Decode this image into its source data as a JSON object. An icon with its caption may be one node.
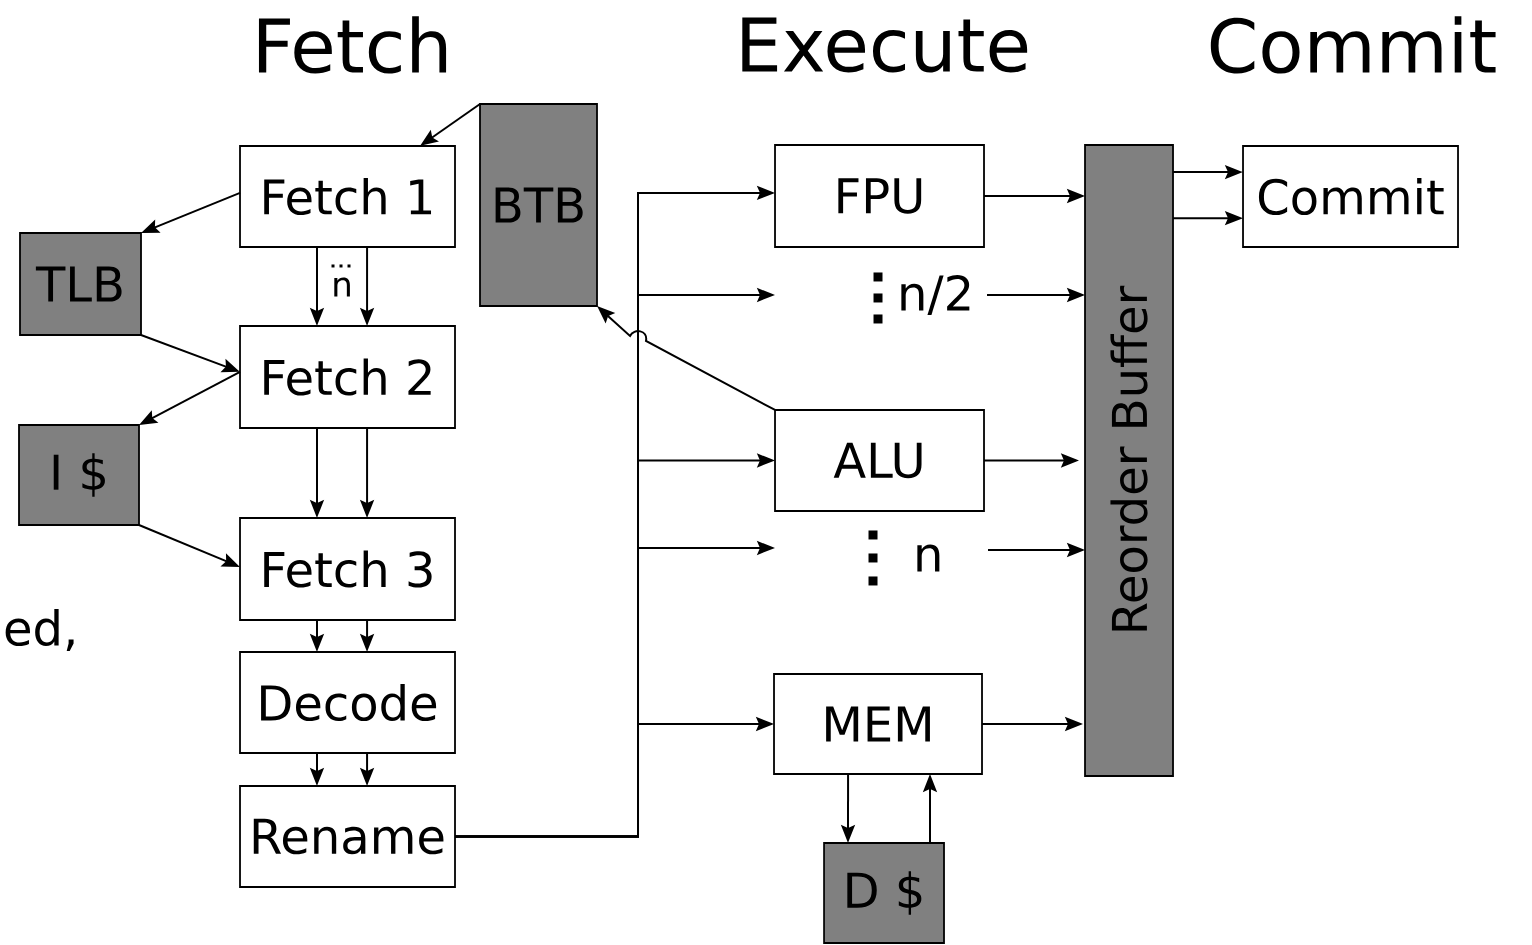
{
  "diagram": {
    "nodes": [
      {
        "text": [
          "Fetch 1"
        ]
      },
      {
        "text": [
          "BTB"
        ]
      },
      {
        "text": [
          "TLB"
        ]
      },
      {
        "text": [
          "Fetch 2"
        ]
      },
      {
        "text": [
          "I $"
        ]
      },
      {
        "text": [
          "Fetch 3"
        ]
      },
      {
        "text": [
          "Decode"
        ]
      },
      {
        "text": [
          "Rename"
        ]
      },
      {
        "text": [
          "FPU"
        ]
      },
      {
        "text": [
          "ALU"
        ]
      },
      {
        "text": [
          "MEM"
        ]
      },
      {
        "text": [
          "D $"
        ]
      },
      {
        "text": [
          "Reorder Buffer"
        ]
      },
      {
        "text": [
          "Commit"
        ]
      }
    ],
    "edges": [
      {
        "from": 1,
        "to": 0,
        "arrow": "to"
      },
      {
        "from": 0,
        "to": 2,
        "arrow": "to"
      },
      {
        "from": 0,
        "to": 3,
        "arrow": "to"
      },
      {
        "from": 0,
        "to": 3,
        "arrow": "to"
      },
      {
        "from": 2,
        "to": 3,
        "arrow": "to"
      },
      {
        "from": 3,
        "to": 4,
        "arrow": "to"
      },
      {
        "from": 3,
        "to": 5,
        "arrow": "to"
      },
      {
        "from": 3,
        "to": 5,
        "arrow": "to"
      },
      {
        "from": 4,
        "to": 5,
        "arrow": "to"
      },
      {
        "from": 5,
        "to": 6,
        "arrow": "to"
      },
      {
        "from": 5,
        "to": 6,
        "arrow": "to"
      },
      {
        "from": 6,
        "to": 7,
        "arrow": "to"
      },
      {
        "from": 6,
        "to": 7,
        "arrow": "to"
      },
      {
        "from": 7,
        "to": 8,
        "arrow": "to"
      },
      {
        "from": 7,
        "to": null,
        "arrow": "to"
      },
      {
        "from": 7,
        "to": 9,
        "arrow": "to"
      },
      {
        "from": 7,
        "to": null,
        "arrow": "to"
      },
      {
        "from": 7,
        "to": 10,
        "arrow": "to"
      },
      {
        "from": 9,
        "to": 1,
        "arrow": "to"
      },
      {
        "from": 8,
        "to": 12,
        "arrow": "to"
      },
      {
        "from": null,
        "to": 12,
        "arrow": "to"
      },
      {
        "from": 9,
        "to": 12,
        "arrow": "to"
      },
      {
        "from": null,
        "to": 12,
        "arrow": "to"
      },
      {
        "from": 10,
        "to": 12,
        "arrow": "to"
      },
      {
        "from": 10,
        "to": 11,
        "arrow": "to"
      },
      {
        "from": 11,
        "to": 10,
        "arrow": "to"
      },
      {
        "from": 12,
        "to": 13,
        "arrow": "to"
      },
      {
        "from": 12,
        "to": 13,
        "arrow": "to"
      }
    ],
    "labels": [
      "Fetch",
      "Execute",
      "Commit",
      "n",
      "n/2",
      "n",
      "ed,"
    ]
  }
}
